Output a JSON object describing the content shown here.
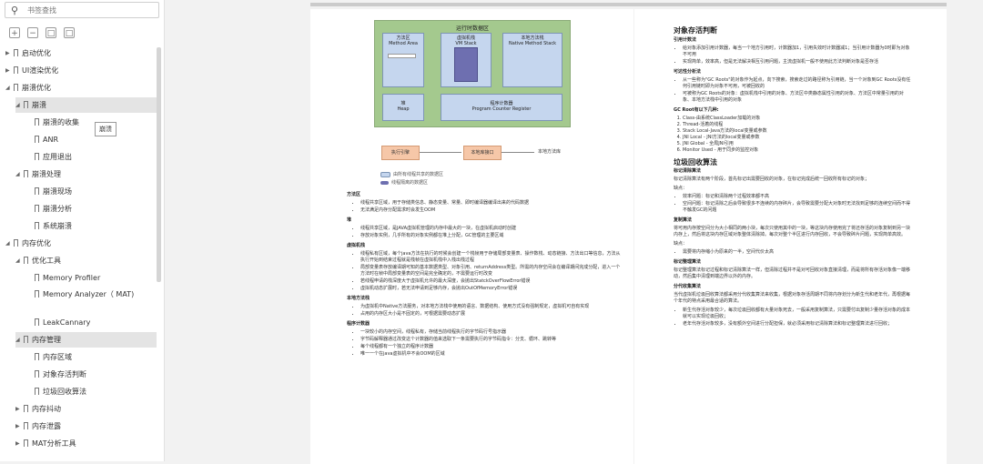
{
  "sidebar": {
    "search_placeholder": "书签查找",
    "tooltip": "崩溃",
    "items": [
      {
        "label": "启动优化",
        "level": 0,
        "expanded": false
      },
      {
        "label": "UI渲染优化",
        "level": 0,
        "expanded": false
      },
      {
        "label": "崩溃优化",
        "level": 0,
        "expanded": true
      },
      {
        "label": "崩溃",
        "level": 1,
        "expanded": true
      },
      {
        "label": "崩溃的收集",
        "level": 2
      },
      {
        "label": "ANR",
        "level": 2
      },
      {
        "label": "应用退出",
        "level": 2
      },
      {
        "label": "崩溃处理",
        "level": 1,
        "expanded": true
      },
      {
        "label": "崩溃现场",
        "level": 2
      },
      {
        "label": "崩溃分析",
        "level": 2
      },
      {
        "label": "系统崩溃",
        "level": 2
      },
      {
        "label": "内存优化",
        "level": 0,
        "expanded": true
      },
      {
        "label": "优化工具",
        "level": 1,
        "expanded": true
      },
      {
        "label": "Memory Profiler",
        "level": 2
      },
      {
        "label": "Memory Analyzer（ MAT)",
        "level": 2
      },
      {
        "label": "LeakCannary",
        "level": 2
      },
      {
        "label": "内存管理",
        "level": 1,
        "expanded": true
      },
      {
        "label": "内存区域",
        "level": 2
      },
      {
        "label": "对象存活判断",
        "level": 2
      },
      {
        "label": "垃圾回收算法",
        "level": 2
      },
      {
        "label": "内存抖动",
        "level": 1,
        "expanded": false
      },
      {
        "label": "内存泄露",
        "level": 1,
        "expanded": false
      },
      {
        "label": "MAT分析工具",
        "level": 1,
        "expanded": false
      }
    ]
  },
  "figure": {
    "title": "运行时数据区",
    "method_area": "方法区\nMethod Area",
    "vm_stack": "虚拟机栈\nVM Stack",
    "native_stack": "本地方法栈\nNative Method Stack",
    "heap": "堆\nHeap",
    "pc_register": "程序计数器\nProgram Counter Register",
    "engine": "执行引擎",
    "native_interface": "本地库接口",
    "native_lib": "本地方法库",
    "legend_shared": "由所有线程共享的数据区",
    "legend_private": "线程隔离的数据区"
  },
  "left_page": {
    "sections": [
      {
        "heading": "方法区",
        "items": [
          "线程共享区域，用于存储类信息、静态变量、常量、即时编译器编译出来的代码数据",
          "无法满足内存分配需求时会发生OOM"
        ]
      },
      {
        "heading": "堆",
        "items": [
          "线程共享区域，是JAVA虚拟机管理的内存中最大的一块，在虚拟机启动时创建",
          "存放对象实例，几乎所有的对象实例都在堆上分配，GC管理的主要区域"
        ]
      },
      {
        "heading": "虚拟机栈",
        "items": [
          "线程私有区域，每个java方法在执行的时候会创建一个栈帧用于存储局部变量表、操作数栈、动态链接、方法出口等信息，方法从执行开始到结束过程就是栈帧在虚拟机栈中入栈出栈过程",
          "局部变量表存放编译期可知的基本数据类型、对象引用、returnAddress类型。所需的内存空间会在编译期间完成分配，进入一个方法时在帧中局部变量表的空间是完全确定的，不需要运行时改变",
          "若线程申请的栈深度大于虚拟机允许的最大深度，会抛出StatckOverFlowError错误",
          "虚拟机动态扩展时，若无法申请到足够内存，会抛出OutOfMemoryError错误"
        ]
      },
      {
        "heading": "本地方法栈",
        "items": [
          "为虚拟机中Native方法服务，对本地方法栈中使用的语言、数据结构、使用方式没有强制规定，虚拟机可自有实现",
          "占用的内存区大小是不固定的，可根据需要动态扩展"
        ]
      },
      {
        "heading": "程序计数器",
        "items": [
          "一块较小的内存空间，线程私有，存储当前线程执行的字节码行号指示器",
          "字节码解释器通过改变这个计数器的值来选取下一条需要执行的字节码指令：分支、循环、跳转等",
          "每个线程都有一个独立的程序计数器",
          "唯一一个在java虚拟机中不会OOM的区域"
        ]
      }
    ]
  },
  "right_page": {
    "title1": "对象存活判断",
    "ref_count_heading": "引用计数法",
    "ref_count_items": [
      "给对象添加引用计数器，每当一个地方引用时，计数器加1，引用失效时计数器减1；当引用计数器为0时即为对象不可用",
      "实现简单，效率高，但是无法解决相互引用问题，主流虚拟机一般不使用此方法判断对象是否存活"
    ],
    "reach_heading": "可达性分析法",
    "reach_items": [
      "从一些称为\"GC Roots\"的对象作为起点，向下搜索，搜索走过的路径称为引用链，当一个对象到GC Roots没有任何引用链时即为对象不可用，可被回收的",
      "可被称为GC Roots的对象：虚拟机栈中引用的对象、方法区中类静态属性引用的对象、方法区中常量引用的对象、本地方法栈中引用的对象"
    ],
    "gc_roots_heading": "GC Root有以下几种:",
    "gc_roots_items": [
      "Class-由系统ClassLoader加载的对象",
      "Thread-活着的线程",
      "Stack Local-Java方法的local变量或参数",
      "JNI Local - JNI方法的local变量或参数",
      "JNI Global - 全局JNI引用",
      "Monitor Used - 用于同步的监控对象"
    ],
    "title2": "垃圾回收算法",
    "mark_sweep_heading": "标记清除算法",
    "mark_sweep_desc": "标记清除算法有两个阶段，首先标记出需要回收的对象，在标记完成后统一回收所有标记的对象；",
    "shortcoming_label": "缺点：",
    "mark_sweep_items": [
      "效率问题：标记和清除两个过程效率都不高",
      "空间问题：标记清除之后会导致很多不连续的内存碎片，会导致需要分配大对象时无法找到足够的连续空间而不得不触发GC的问题"
    ],
    "copy_heading": "复制算法",
    "copy_desc": "将可用内存按空间分为大小相同的两小块，每次只使用其中的一块，等这块内存使用完了将还存活的对象复制到另一块内存上，然后将这块内存区域对象整体清除掉。每次对整个半区进行内存回收，不会导致碎片问题，实现简单高效。",
    "copy_shortcoming": "缺点：",
    "copy_items": [
      "需要将内存缩小为原来的一半，空间代价太高"
    ],
    "mark_compact_heading": "标记整理算法",
    "mark_compact_desc": "标记整理算法标记过程和标记清除算法一样，但清除过程并不是对可回收对象直接清理，而是将所有存活对象像一端移动，然后集中清理到端边界以外的内存。",
    "gen_heading": "分代收集算法",
    "gen_desc": "当代虚拟机垃圾回收算法都采用分代收集算法来收集，根据对象存活周期不同将内存划分为新生代和老年代，再根据每个年代的特点采用最合适的算法。",
    "gen_items": [
      "新生代存活对象较少，每次垃圾回收都有大量对象死去，一般采用复制算法，只需要付出复制少量存活对象的成本就可以实现垃圾回收；",
      "老年代存活对象较多，没有额外空间进行分配担保，就必须采用标记清除算法和标记整理算法进行回收；"
    ]
  }
}
